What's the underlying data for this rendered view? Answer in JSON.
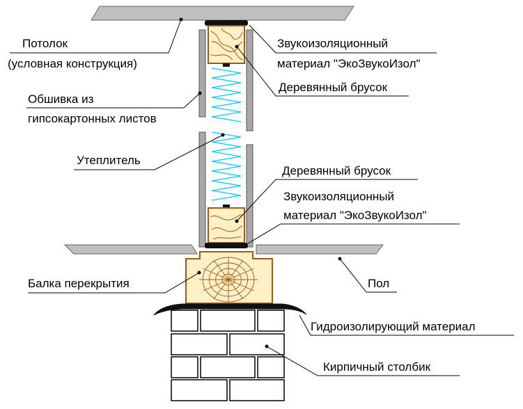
{
  "labels": {
    "ceiling_line1": "Потолок",
    "ceiling_line2": "(условная конструкция)",
    "sound_top_line1": "Звукоизоляционный",
    "sound_top_line2": "материал \"ЭкоЗвукоИзол\"",
    "beam_top": "Деревянный брусок",
    "sheathing_line1": "Обшивка из",
    "sheathing_line2": "гипсокартонных листов",
    "insulation": "Утеплитель",
    "beam_bottom": "Деревянный брусок",
    "sound_bottom_line1": "Звукоизоляционный",
    "sound_bottom_line2": "материал \"ЭкоЗвукоИзол\"",
    "floor_beam": "Балка перекрытия",
    "floor": "Пол",
    "waterproofing": "Гидроизолирующий материал",
    "brick_pillar": "Кирпичный столбик"
  },
  "colors": {
    "slab": "#bfbfbf",
    "wood_fill": "#fff0c8",
    "wood_stroke": "#a05a10",
    "insulation": "#00c8f0",
    "drywall": "#a8a8a8",
    "seal": "#111111"
  }
}
